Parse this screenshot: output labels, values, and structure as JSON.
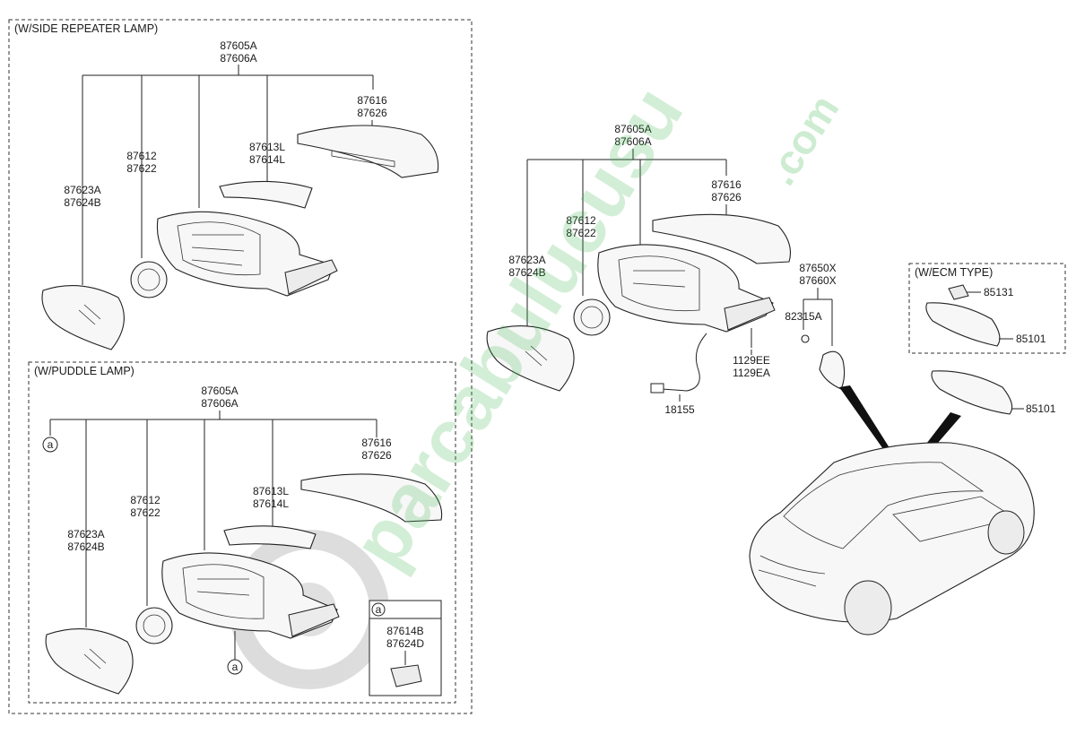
{
  "sections": {
    "side_repeater": "(W/SIDE REPEATER LAMP)",
    "puddle": "(W/PUDDLE LAMP)",
    "ecm": "(W/ECM TYPE)"
  },
  "labels": {
    "t1a": "87605A",
    "t1b": "87606A",
    "t2a": "87616",
    "t2b": "87626",
    "t3a": "87613L",
    "t3b": "87614L",
    "t4a": "87612",
    "t4b": "87622",
    "t5a": "87623A",
    "t5b": "87624B",
    "p1a": "87605A",
    "p1b": "87606A",
    "p2a": "87616",
    "p2b": "87626",
    "p3a": "87613L",
    "p3b": "87614L",
    "p4a": "87612",
    "p4b": "87622",
    "p5a": "87623A",
    "p5b": "87624B",
    "pa1": "a",
    "pa2": "a",
    "pa3": "a",
    "pb1": "87614B",
    "pb2": "87624D",
    "m1a": "87605A",
    "m1b": "87606A",
    "m2a": "87616",
    "m2b": "87626",
    "m4a": "87612",
    "m4b": "87622",
    "m5a": "87623A",
    "m5b": "87624B",
    "m6": "18155",
    "m7a": "1129EE",
    "m7b": "1129EA",
    "m8a": "87650X",
    "m8b": "87660X",
    "m9": "82315A",
    "e1": "85131",
    "e2": "85101",
    "r1": "85101"
  },
  "watermark": {
    "text": "parcabulucusu",
    "domain": ".com",
    "color_green": "#3cb54a",
    "color_blue": "#2f5fb0"
  }
}
